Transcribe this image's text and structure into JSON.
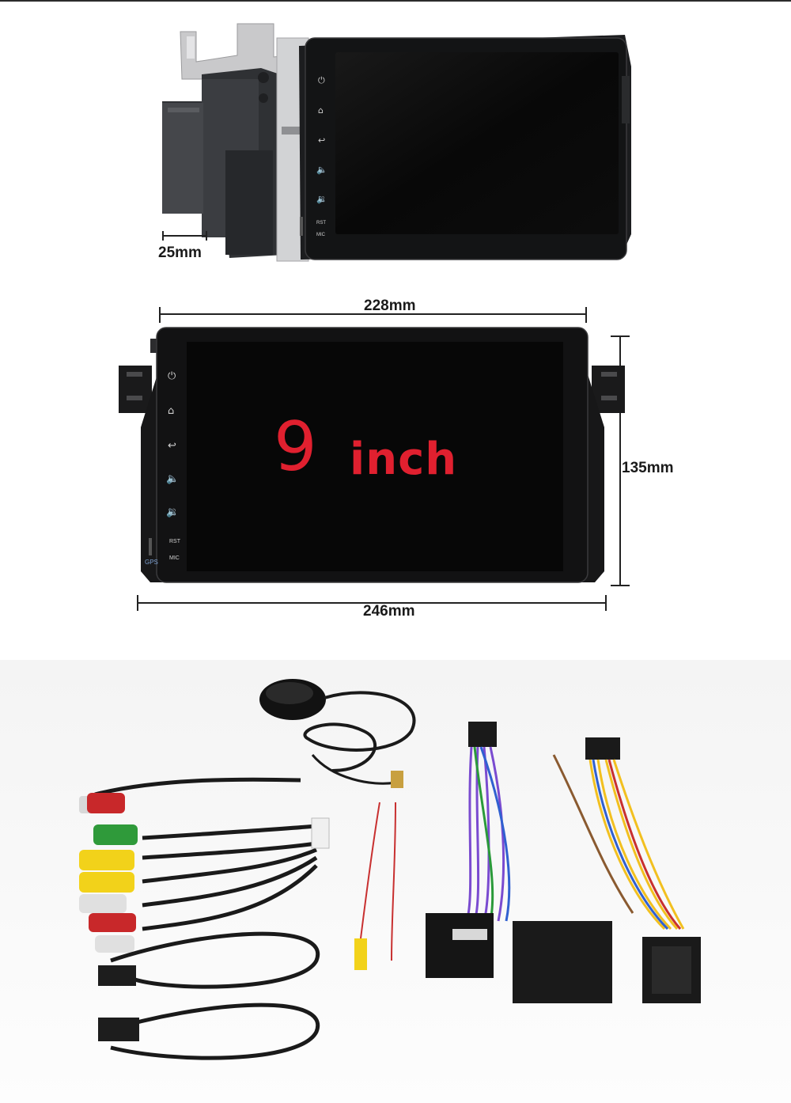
{
  "dimensions": {
    "depth": "25mm",
    "screen_width": "228mm",
    "height": "135mm",
    "total_width": "246mm"
  },
  "screen_text": {
    "size_number": "9",
    "size_unit": "inch"
  },
  "side_buttons": {
    "icons": [
      "power-icon",
      "home-icon",
      "back-icon",
      "volume-up-icon",
      "volume-down-icon"
    ],
    "rst_label": "RST",
    "mic_label": "MIC",
    "gps_label": "GPS"
  },
  "colors": {
    "accent_red": "#e0202f",
    "bezel": "#151515",
    "screen": "#070707",
    "page_background": "#ffffff"
  }
}
